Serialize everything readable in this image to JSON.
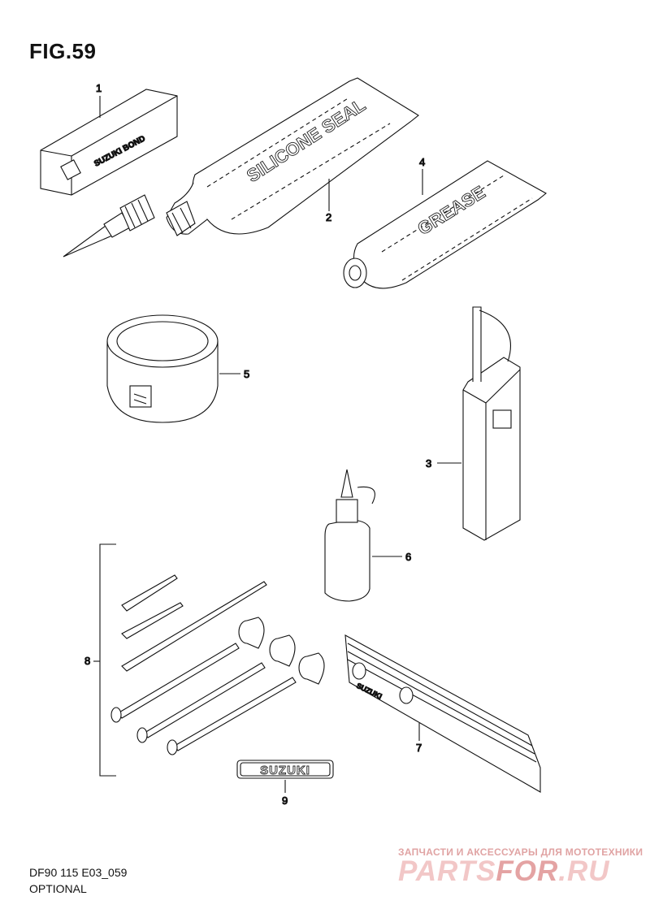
{
  "figure": {
    "title": "FIG.59"
  },
  "parts": [
    {
      "ref": "1"
    },
    {
      "ref": "2"
    },
    {
      "ref": "3"
    },
    {
      "ref": "4"
    },
    {
      "ref": "5"
    },
    {
      "ref": "6"
    },
    {
      "ref": "7"
    },
    {
      "ref": "8"
    },
    {
      "ref": "9"
    }
  ],
  "product_labels": {
    "bond": "SUZUKI BOND",
    "silicone": "SILICONE SEAL",
    "grease": "GREASE",
    "emblem": "SUZUKI",
    "trim": "SUZUKI"
  },
  "footer": {
    "code": "DF90 115 E03_059",
    "subtitle": "OPTIONAL"
  },
  "watermark": {
    "tagline": "ЗАПЧАСТИ И АКСЕССУАРЫ ДЛЯ МОТОТЕХНИКИ",
    "brand_a": "PARTS",
    "brand_b": "FOR",
    "brand_c": ".RU"
  }
}
